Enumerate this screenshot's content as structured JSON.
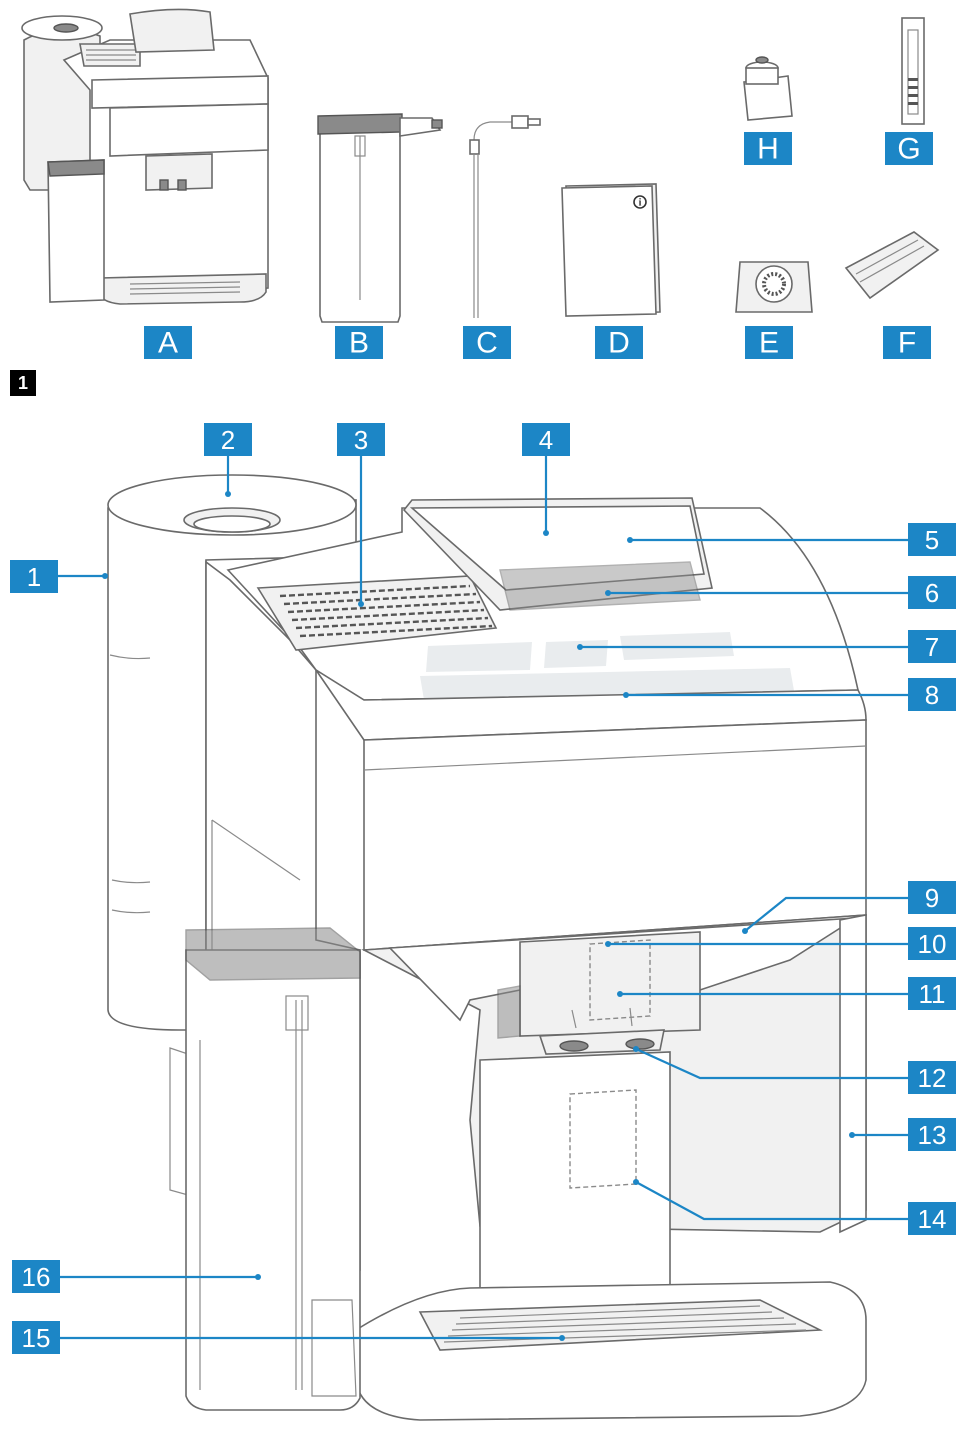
{
  "figure_number": "1",
  "accessories": [
    {
      "letter": "A"
    },
    {
      "letter": "B"
    },
    {
      "letter": "C"
    },
    {
      "letter": "D"
    },
    {
      "letter": "E"
    },
    {
      "letter": "F"
    },
    {
      "letter": "G"
    },
    {
      "letter": "H"
    }
  ],
  "callouts": [
    {
      "number": "1"
    },
    {
      "number": "2"
    },
    {
      "number": "3"
    },
    {
      "number": "4"
    },
    {
      "number": "5"
    },
    {
      "number": "6"
    },
    {
      "number": "7"
    },
    {
      "number": "8"
    },
    {
      "number": "9"
    },
    {
      "number": "10"
    },
    {
      "number": "11"
    },
    {
      "number": "12"
    },
    {
      "number": "13"
    },
    {
      "number": "14"
    },
    {
      "number": "15"
    },
    {
      "number": "16"
    }
  ],
  "manual_info_symbol": "i",
  "colors": {
    "label_blue": "#1c86c6",
    "figure_badge": "#000000"
  }
}
